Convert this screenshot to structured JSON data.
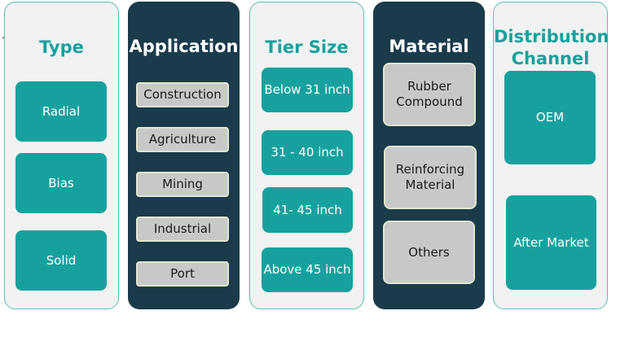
{
  "colors": {
    "teal": "#17a19e",
    "dark_panel": "#1a3b4a",
    "light_panel": "#f2f2f2",
    "grey_box": "#c7c9c9"
  },
  "columns": [
    {
      "title": "Type",
      "style": "light",
      "items": [
        "Radial",
        "Bias",
        "Solid"
      ]
    },
    {
      "title": "Application",
      "style": "dark",
      "items": [
        "Construction",
        "Agriculture",
        "Mining",
        "Industrial",
        "Port"
      ]
    },
    {
      "title": "Tier Size",
      "style": "light",
      "items": [
        "Below 31 inch",
        "31 - 40 inch",
        "41- 45 inch",
        "Above 45 inch"
      ]
    },
    {
      "title": "Material",
      "style": "dark",
      "items": [
        "Rubber Compound",
        "Reinforcing Material",
        "Others"
      ]
    },
    {
      "title": "Distribution Channel",
      "title_lines": [
        "Distribution",
        "Channel"
      ],
      "style": "light",
      "items": [
        "OEM",
        "After Market"
      ]
    }
  ]
}
